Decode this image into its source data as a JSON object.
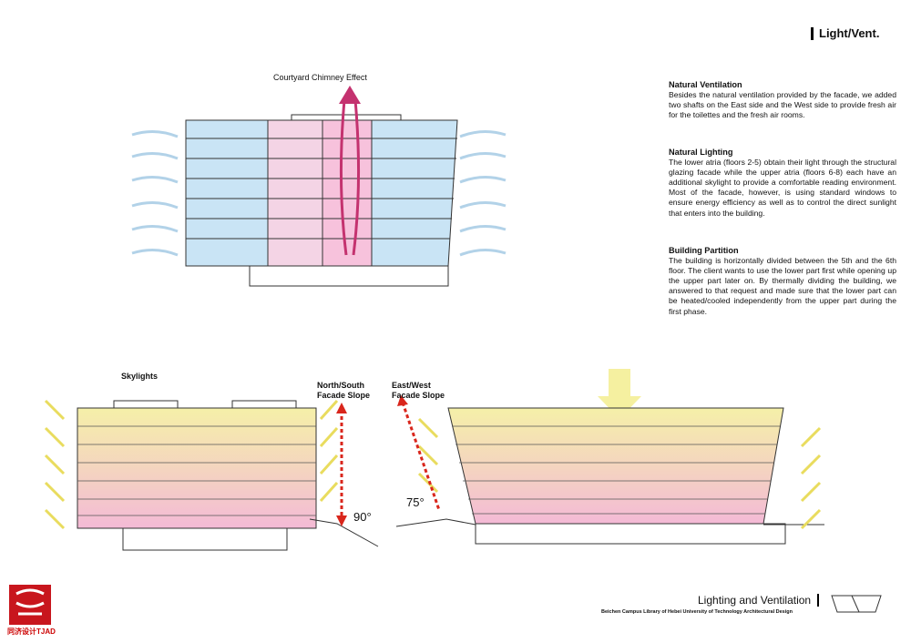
{
  "page": {
    "title": "Light/Vent."
  },
  "sections": [
    {
      "heading": "Natural Ventilation",
      "body": "Besides the natural ventilation provided by the facade, we added two shafts on the East side and the West side to provide fresh air for the toilettes and the fresh air rooms."
    },
    {
      "heading": "Natural Lighting",
      "body": "The lower atria (floors 2-5) obtain their light through the structural glazing facade while the upper atria (floors 6-8) each have an additional skylight to provide a comfortable reading environment. Most of the facade, however, is using standard windows to ensure energy efficiency as well as to control the direct sunlight that enters into the building."
    },
    {
      "heading": "Building Partition",
      "body": "The building is horizontally divided between the 5th and the 6th floor. The client wants to use the lower part first while opening up the upper part later on. By thermally dividing the building, we answered to that request and made sure that the lower part can be heated/cooled independently from the upper part during the first phase."
    }
  ],
  "diagram_labels": {
    "chimney": "Courtyard Chimney Effect",
    "skylights": "Skylights",
    "ns_slope": "North/South Facade Slope",
    "ew_slope": "East/West Facade Slope",
    "angle_90": "90°",
    "angle_75": "75°"
  },
  "footer": {
    "title": "Lighting and Ventilation",
    "subtitle": "Beichen Campus Library of Hebei University of Technology Architectural Design",
    "logo_text": "同济设计TJAD"
  },
  "colors": {
    "blue": "#b9dcf2",
    "pink": "#f2b8d6",
    "yellow": "#f5f0a0",
    "arrow_red": "#d9261c",
    "wind": "#9fc7e3"
  }
}
